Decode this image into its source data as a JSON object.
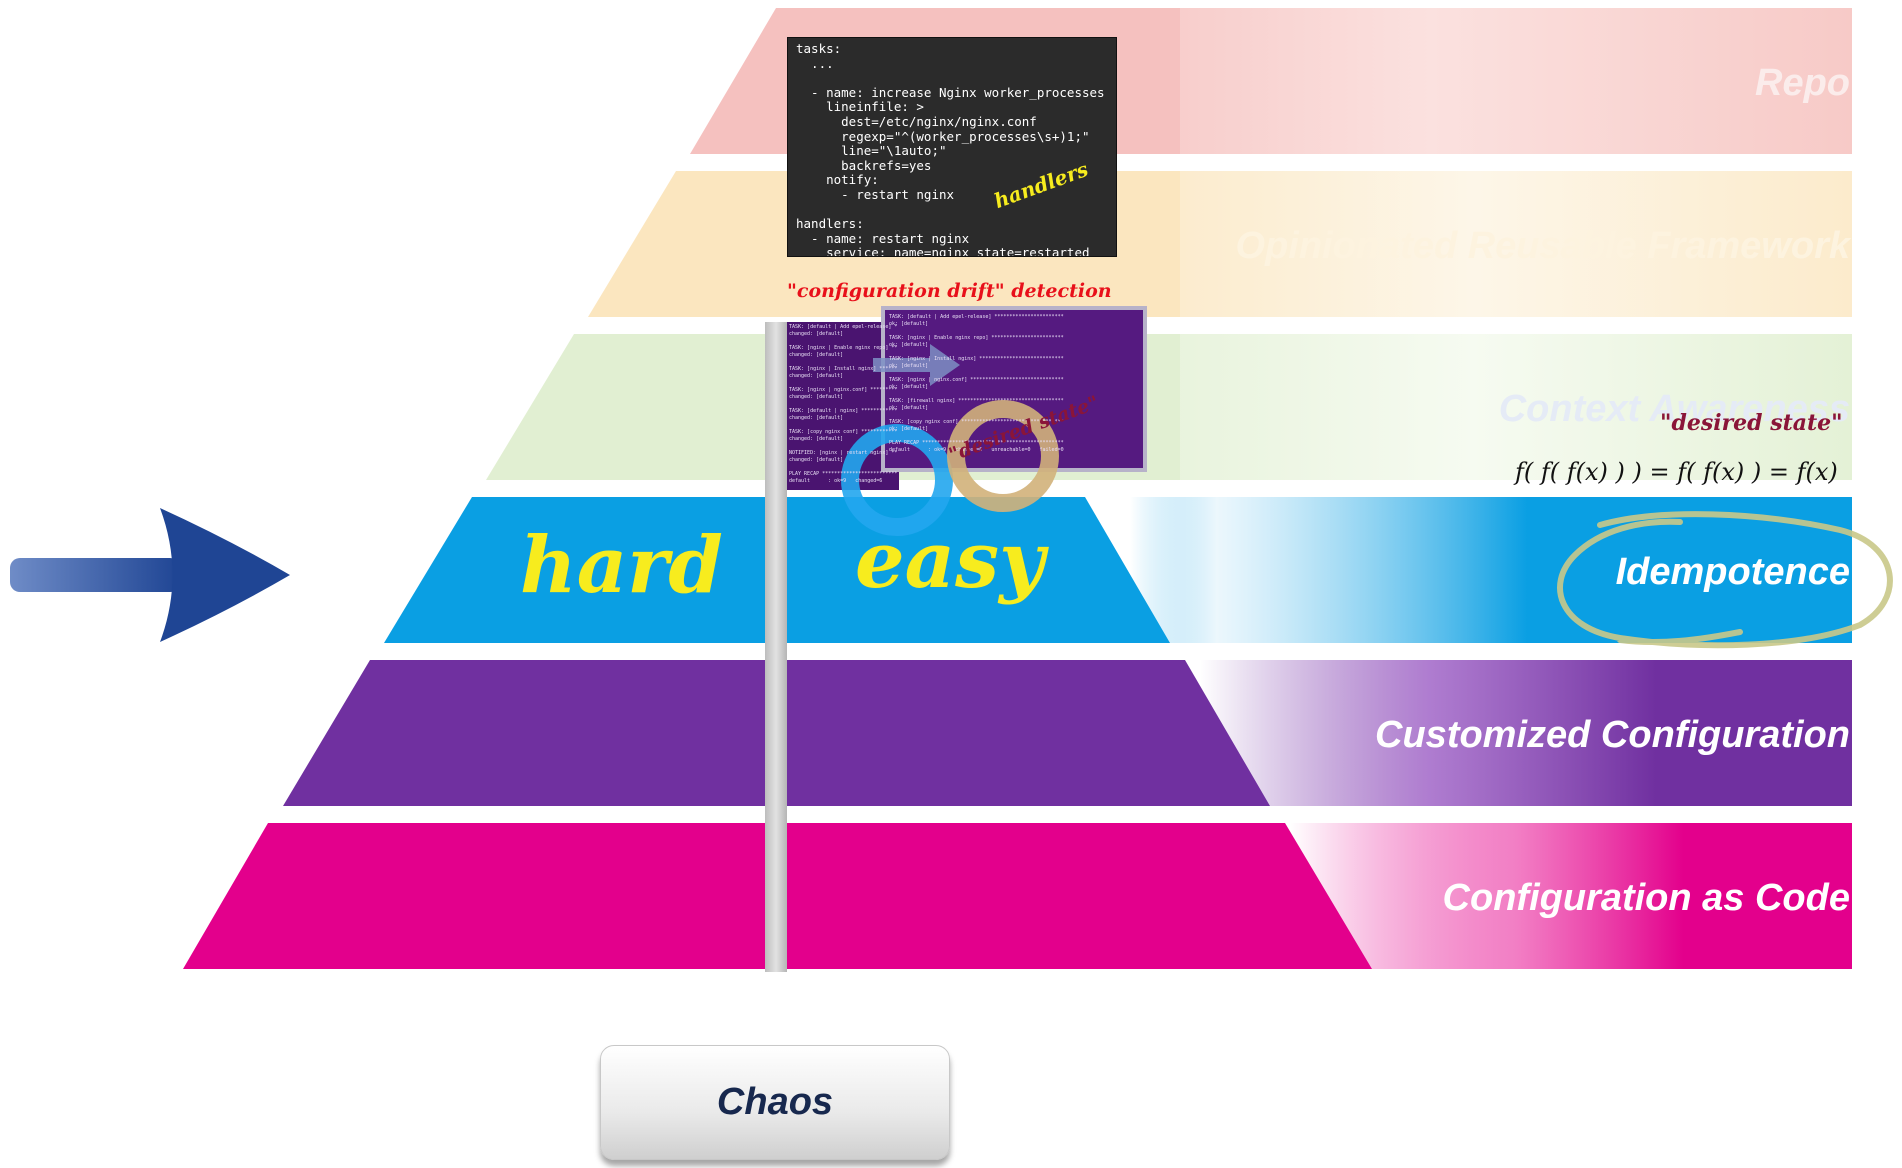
{
  "layers": {
    "repo": "Repo",
    "framework": "Opinionated Reusable Framework",
    "context": "Context Awareness",
    "idempotence": "Idempotence",
    "customized": "Customized Configuration",
    "cac": "Configuration as Code"
  },
  "annotations": {
    "hard": "hard",
    "easy": "easy",
    "handlers": "handlers",
    "drift": "\"configuration drift\" detection",
    "desired_state_on_screenshot": "\"desired state\"",
    "desired_state_label": "\"desired state\"",
    "formula": "f( f( f(x) ) ) = f( f(x) ) = f(x)"
  },
  "code_lines": [
    "tasks:",
    "  ...",
    "",
    "  - name: increase Nginx worker_processes",
    "    lineinfile: >",
    "      dest=/etc/nginx/nginx.conf",
    "      regexp=\"^(worker_processes\\s+)1;\"",
    "      line=\"\\1auto;\"",
    "      backrefs=yes",
    "    notify:",
    "      - restart nginx",
    "",
    "handlers:",
    "  - name: restart nginx",
    "    service: name=nginx state=restarted"
  ],
  "terminal_left": [
    "TASK: [default | Add epel-release] ****",
    "changed: [default]",
    "",
    "TASK: [nginx | Enable nginx repo] *****",
    "changed: [default]",
    "",
    "TASK: [nginx | Install nginx] *********",
    "changed: [default]",
    "",
    "TASK: [nginx | nginx.conf] ************",
    "changed: [default]",
    "",
    "TASK: [default | nginx] ***************",
    "changed: [default]",
    "",
    "TASK: [copy nginx conf] ***************",
    "changed: [default]",
    "",
    "NOTIFIED: [nginx | restart nginx] *****",
    "changed: [default]",
    "",
    "PLAY RECAP ****************************",
    "default      : ok=9   changed=6"
  ],
  "terminal_right": [
    "TASK: [default | Add epel-release] ***********************",
    "ok: [default]",
    "",
    "TASK: [nginx | Enable nginx repo] ************************",
    "ok: [default]",
    "",
    "TASK: [nginx | Install nginx] ****************************",
    "ok: [default]",
    "",
    "TASK: [nginx | nginx.conf] *******************************",
    "ok: [default]",
    "",
    "TASK: [firewall nginx] ***********************************",
    "ok: [default]",
    "",
    "TASK: [copy nginx conf] **********************************",
    "ok: [default]",
    "",
    "PLAY RECAP ***********************************************",
    "default      : ok=9   changed=0   unreachable=0   failed=0"
  ],
  "chaos_label": "Chaos",
  "colors": {
    "repo": "#f5c6c4",
    "framework": "#fbe8c2",
    "context": "#e4f1d6",
    "idempotence": "#0b9de0",
    "customized": "#7030a0",
    "cac": "#e3008c",
    "hand_yellow": "#f7ec1e",
    "arrow_blue": "#2c4f9e",
    "drift_red": "#e8101a",
    "desired_maroon": "#8a1538"
  }
}
